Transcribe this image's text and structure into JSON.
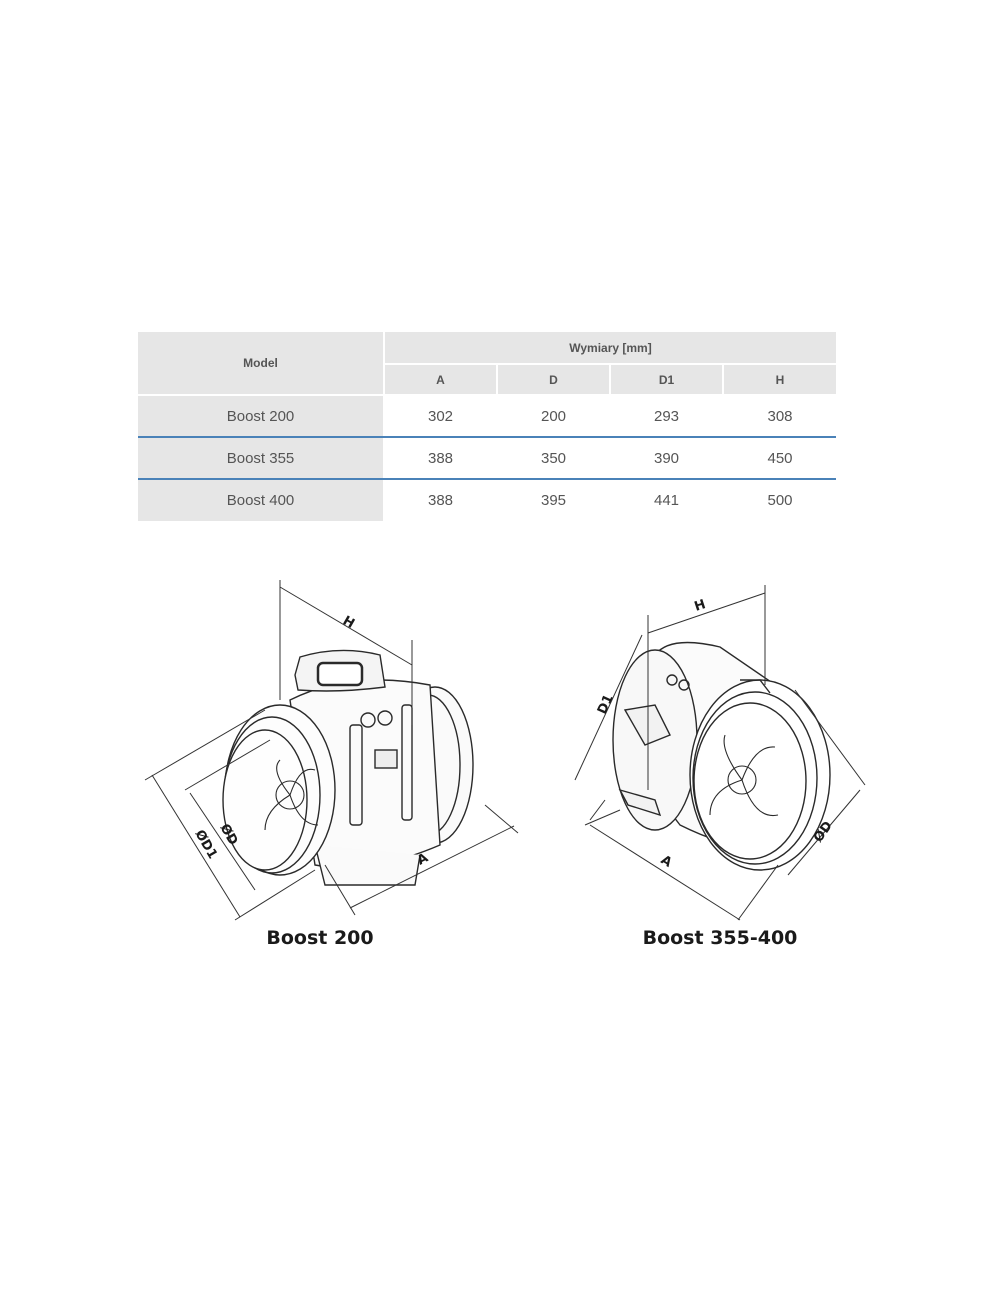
{
  "table": {
    "model_header": "Model",
    "group_header": "Wymiary [mm]",
    "columns": [
      "A",
      "D",
      "D1",
      "H"
    ],
    "rows": [
      {
        "model": "Boost 200",
        "values": [
          "302",
          "200",
          "293",
          "308"
        ]
      },
      {
        "model": "Boost 355",
        "values": [
          "388",
          "350",
          "390",
          "450"
        ]
      },
      {
        "model": "Boost 400",
        "values": [
          "388",
          "395",
          "441",
          "500"
        ]
      }
    ],
    "separator_color": "#4a82b8",
    "header_bg": "#e6e6e6"
  },
  "figures": [
    {
      "caption": "Boost 200",
      "labels": {
        "H": "H",
        "A": "A",
        "D": "ØD",
        "D1": "ØD1"
      }
    },
    {
      "caption": "Boost 355-400",
      "labels": {
        "H": "H",
        "A": "A",
        "D": "ØD",
        "D1": "D1"
      }
    }
  ]
}
